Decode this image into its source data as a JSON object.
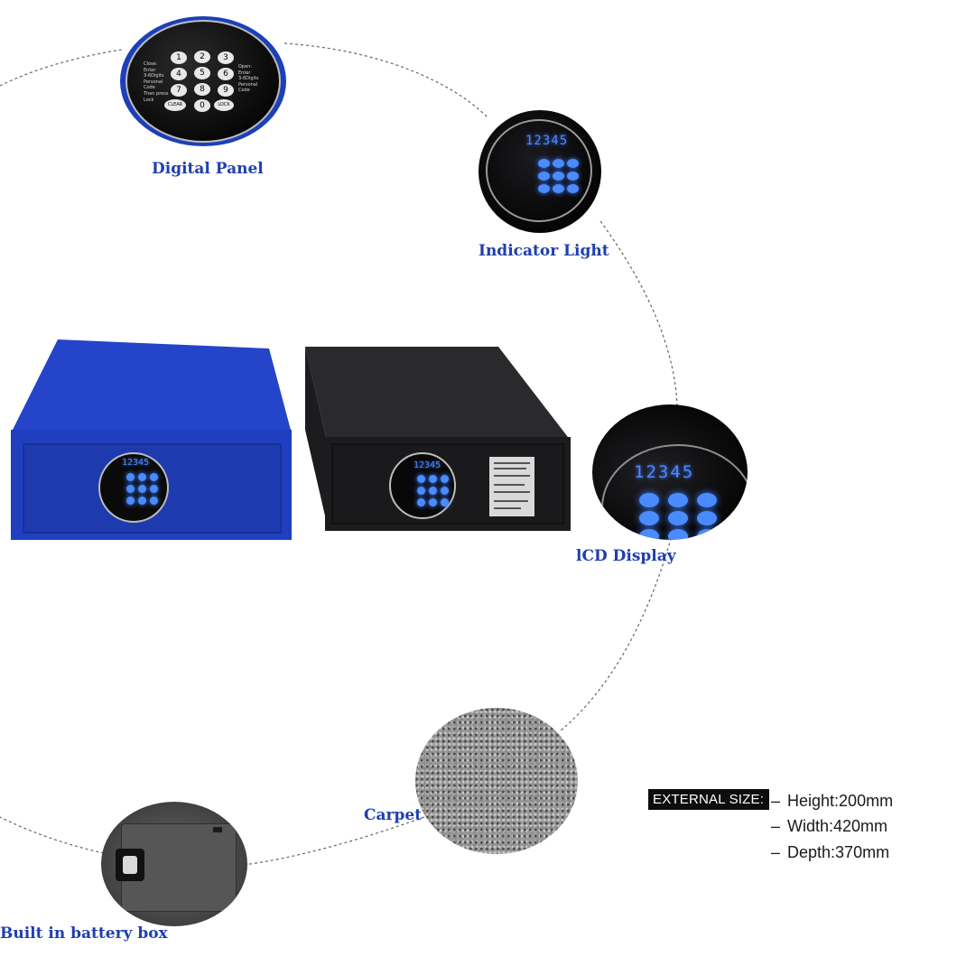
{
  "labels": {
    "digital_panel": "Digital Panel",
    "indicator_light": "Indicator Light",
    "lcd_display": "lCD Display",
    "carpet": "Carpet",
    "battery_box": "Built in battery box"
  },
  "keypad": {
    "keys": [
      "1",
      "2",
      "3",
      "4",
      "5",
      "6",
      "7",
      "8",
      "9",
      "CLEAR",
      "0",
      "LOCK"
    ],
    "left_text": [
      "Close:",
      "Enter",
      "3-6Digits",
      "Personal",
      "Code",
      "Then press",
      "Lock"
    ],
    "right_text": [
      "Open:",
      "Enter",
      "3-6Digits",
      "Personal",
      "Code"
    ]
  },
  "display_digits": "12345",
  "specs": {
    "heading": "EXTERNAL SIZE:",
    "items": [
      {
        "dash": "–",
        "text": "Height:200mm"
      },
      {
        "dash": "–",
        "text": "Width:420mm"
      },
      {
        "dash": "–",
        "text": "Depth:370mm"
      }
    ]
  },
  "colors": {
    "label_blue": "#1f3fb0",
    "safe_blue": "#1f3fbf",
    "safe_black": "#1c1c1e",
    "led_blue": "#3d7bff"
  }
}
